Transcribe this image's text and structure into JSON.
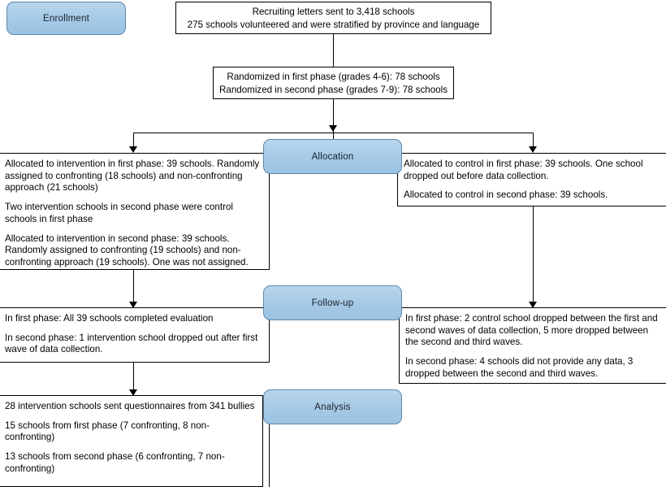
{
  "diagram": {
    "title": "CONSORT-style study flow diagram",
    "accent_blue": "#a5c9e6",
    "border_blue": "#5b87ad",
    "line_color": "#000000"
  },
  "stages": {
    "enrollment": "Enrollment",
    "allocation": "Allocation",
    "followup": "Follow-up",
    "analysis": "Analysis"
  },
  "enrollment_box": {
    "line1": "Recruiting letters sent to 3,418 schools",
    "line2": "275 schools volunteered and were stratified by province and language"
  },
  "randomization_box": {
    "line1": "Randomized in first phase (grades 4-6): 78 schools",
    "line2": "Randomized in second phase (grades 7-9): 78 schools"
  },
  "allocation_intervention": {
    "p1": "Allocated to intervention in first phase: 39 schools. Randomly assigned to confronting (18 schools) and non-confronting approach (21 schools)",
    "p2": "Two intervention schools in second phase were control schools in first phase",
    "p3": "Allocated to intervention in second phase: 39 schools. Randomly assigned to confronting (19 schools) and non-confronting approach (19 schools). One was not assigned."
  },
  "allocation_control": {
    "p1": "Allocated to control  in first phase: 39 schools. One school dropped out before data collection.",
    "p2": "Allocated to control in second phase: 39 schools."
  },
  "followup_intervention": {
    "p1": "In first phase: All 39 schools completed evaluation",
    "p2": "In second phase: 1 intervention school dropped out after first wave of data collection."
  },
  "followup_control": {
    "p1": "In first phase: 2 control school dropped between the first and second waves of data collection, 5 more dropped between the second and third waves.",
    "p2": "In second phase: 4 schools did not provide any data, 3 dropped between the second and third waves."
  },
  "analysis_intervention": {
    "p1": "28 intervention schools sent questionnaires from 341 bullies",
    "p2": "15 schools from first phase (7 confronting, 8 non-confronting)",
    "p3": "13 schools from second phase (6 confronting, 7 non-confronting)"
  }
}
